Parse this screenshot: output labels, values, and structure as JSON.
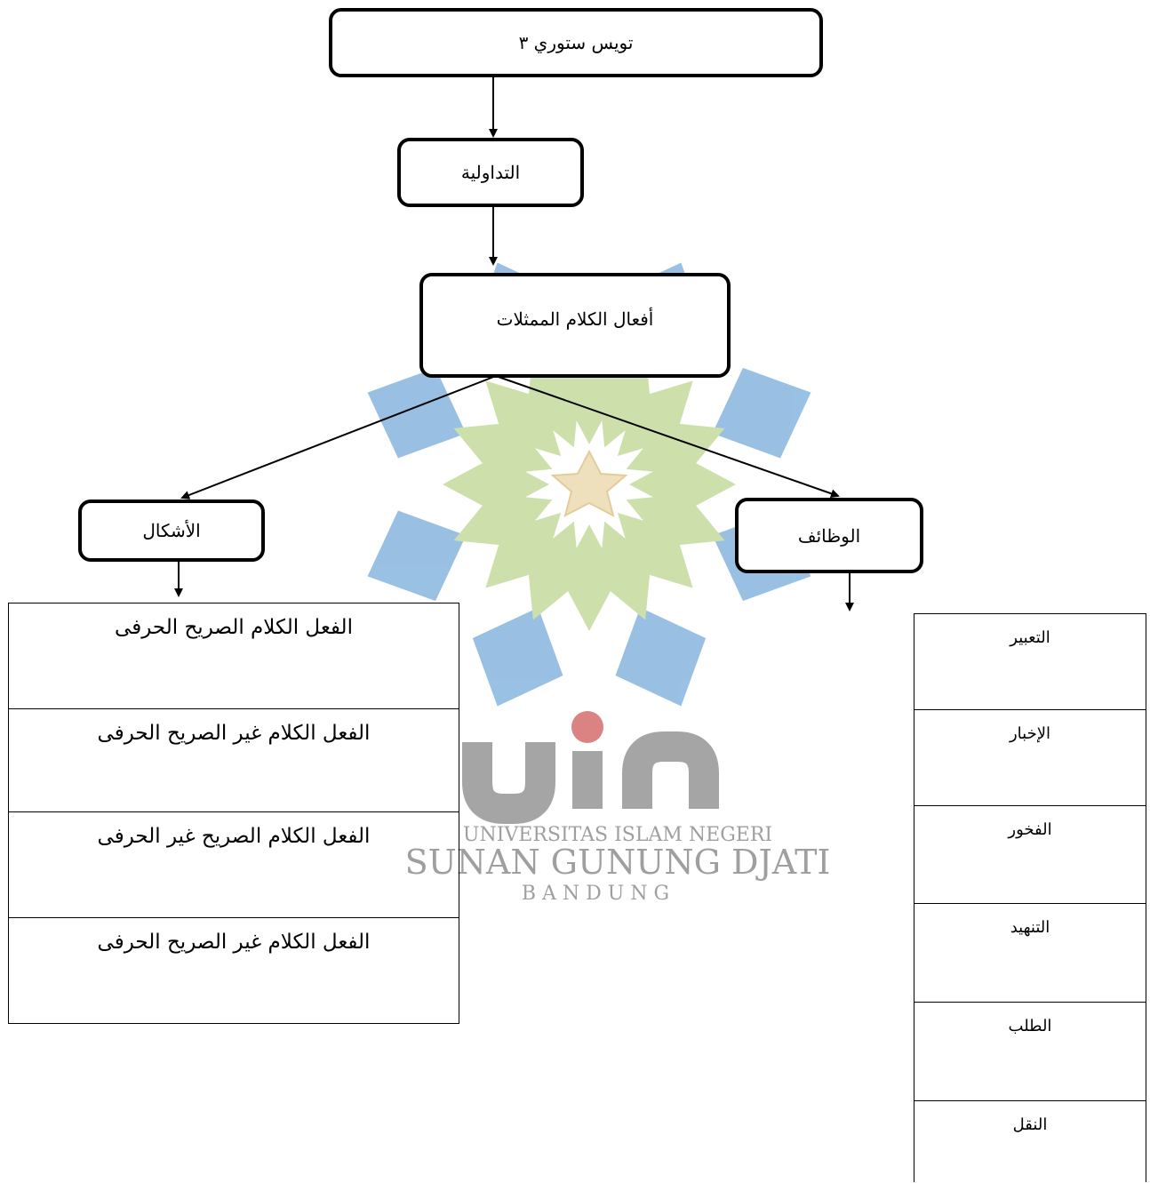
{
  "colors": {
    "line": "#000000",
    "watermark_blue": "#6ea6d8",
    "watermark_green": "#b9d48a",
    "watermark_gold": "#d8b76e",
    "watermark_gray": "#8f8f8f"
  },
  "watermark": {
    "logo": "uin",
    "line1": "UNIVERSITAS ISLAM NEGERI",
    "line2": "SUNAN GUNUNG DJATI",
    "line3": "B A N D U N G"
  },
  "nodes": {
    "root": "تويس ستوري ٣",
    "pragmatics": "التداولية",
    "speech_acts": "أفعال الكلام الممثلات",
    "forms": "الأشكال",
    "functions": "الوظائف"
  },
  "forms_items": [
    "الفعل الكلام الصريح الحرفى",
    "الفعل الكلام غير الصريح الحرفى",
    "الفعل الكلام الصريح غير الحرفى",
    "الفعل الكلام غير الصريح الحرفى"
  ],
  "functions_items": [
    "التعبير",
    "الإخبار",
    "الفخور",
    "التنهيد",
    "الطلب",
    "النقل"
  ]
}
